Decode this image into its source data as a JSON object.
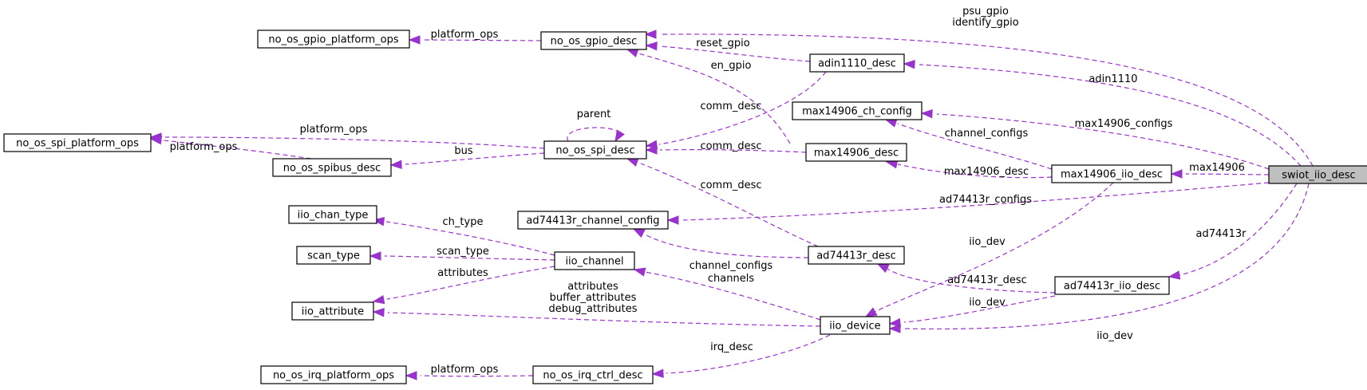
{
  "nodes": {
    "swiot_iio_desc": "swiot_iio_desc",
    "no_os_gpio_platform_ops": "no_os_gpio_platform_ops",
    "no_os_gpio_desc": "no_os_gpio_desc",
    "adin1110_desc": "adin1110_desc",
    "max14906_ch_config": "max14906_ch_config",
    "no_os_spi_platform_ops": "no_os_spi_platform_ops",
    "no_os_spi_desc": "no_os_spi_desc",
    "no_os_spibus_desc": "no_os_spibus_desc",
    "max14906_desc": "max14906_desc",
    "max14906_iio_desc": "max14906_iio_desc",
    "iio_chan_type": "iio_chan_type",
    "ad74413r_channel_config": "ad74413r_channel_config",
    "scan_type": "scan_type",
    "iio_channel": "iio_channel",
    "ad74413r_desc": "ad74413r_desc",
    "iio_attribute": "iio_attribute",
    "ad74413r_iio_desc": "ad74413r_iio_desc",
    "iio_device": "iio_device",
    "no_os_irq_platform_ops": "no_os_irq_platform_ops",
    "no_os_irq_ctrl_desc": "no_os_irq_ctrl_desc"
  },
  "edges": {
    "psu_identify": [
      "psu_gpio",
      "identify_gpio"
    ],
    "adin1110": "adin1110",
    "max14906_configs": "max14906_configs",
    "max14906": "max14906",
    "ad74413r_configs": "ad74413r_configs",
    "ad74413r": "ad74413r",
    "iio_dev_root": "iio_dev",
    "gpio_platform_ops": "platform_ops",
    "reset_gpio": "reset_gpio",
    "en_gpio": "en_gpio",
    "adin_comm_desc": "comm_desc",
    "spi_platform_ops": "platform_ops",
    "spibus_platform_ops": "platform_ops",
    "parent": "parent",
    "bus": "bus",
    "max14906_comm_desc": "comm_desc",
    "channel_configs_max": "channel_configs",
    "max14906_desc": "max14906_desc",
    "iio_dev_max": "iio_dev",
    "ch_type": "ch_type",
    "scan_type": "scan_type",
    "attributes": "attributes",
    "ad_comm_desc": "comm_desc",
    "channel_configs_ad": "channel_configs",
    "ad74413r_desc": "ad74413r_desc",
    "iio_dev_ad": "iio_dev",
    "channels": "channels",
    "dev_attributes": [
      "attributes",
      "buffer_attributes",
      "debug_attributes"
    ],
    "irq_desc": "irq_desc",
    "irq_platform_ops": "platform_ops"
  },
  "colors": {
    "edge": "#9a32cd",
    "node_border": "#000000",
    "root_fill": "#bfbfbf",
    "node_fill": "#ffffff"
  }
}
